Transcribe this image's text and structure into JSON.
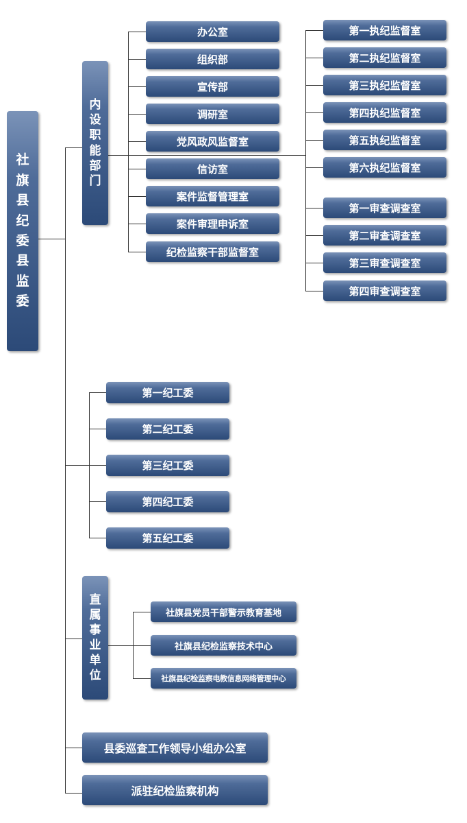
{
  "root": "社旗县纪委县监委",
  "internal_group": "内设职能部门",
  "internal_depts": [
    "办公室",
    "组织部",
    "宣传部",
    "调研室",
    "党风政风监督室",
    "信访室",
    "案件监督管理室",
    "案件审理申诉室",
    "纪检监察干部监督室"
  ],
  "discipline_rooms": [
    "第一执纪监督室",
    "第二执纪监督室",
    "第三执纪监督室",
    "第四执纪监督室",
    "第五执纪监督室",
    "第六执纪监督室"
  ],
  "review_rooms": [
    "第一审查调查室",
    "第二审查调查室",
    "第三审查调查室",
    "第四审查调查室"
  ],
  "work_committees": [
    "第一纪工委",
    "第二纪工委",
    "第三纪工委",
    "第四纪工委",
    "第五纪工委"
  ],
  "affiliated_group": "直属事业单位",
  "affiliated_units": [
    "社旗县党员干部警示教育基地",
    "社旗县纪检监察技术中心",
    "社旗县纪检监察电教信息网络管理中心"
  ],
  "inspection_office": "县委巡查工作领导小组办公室",
  "stationed_agencies": "派驻纪检监察机构"
}
